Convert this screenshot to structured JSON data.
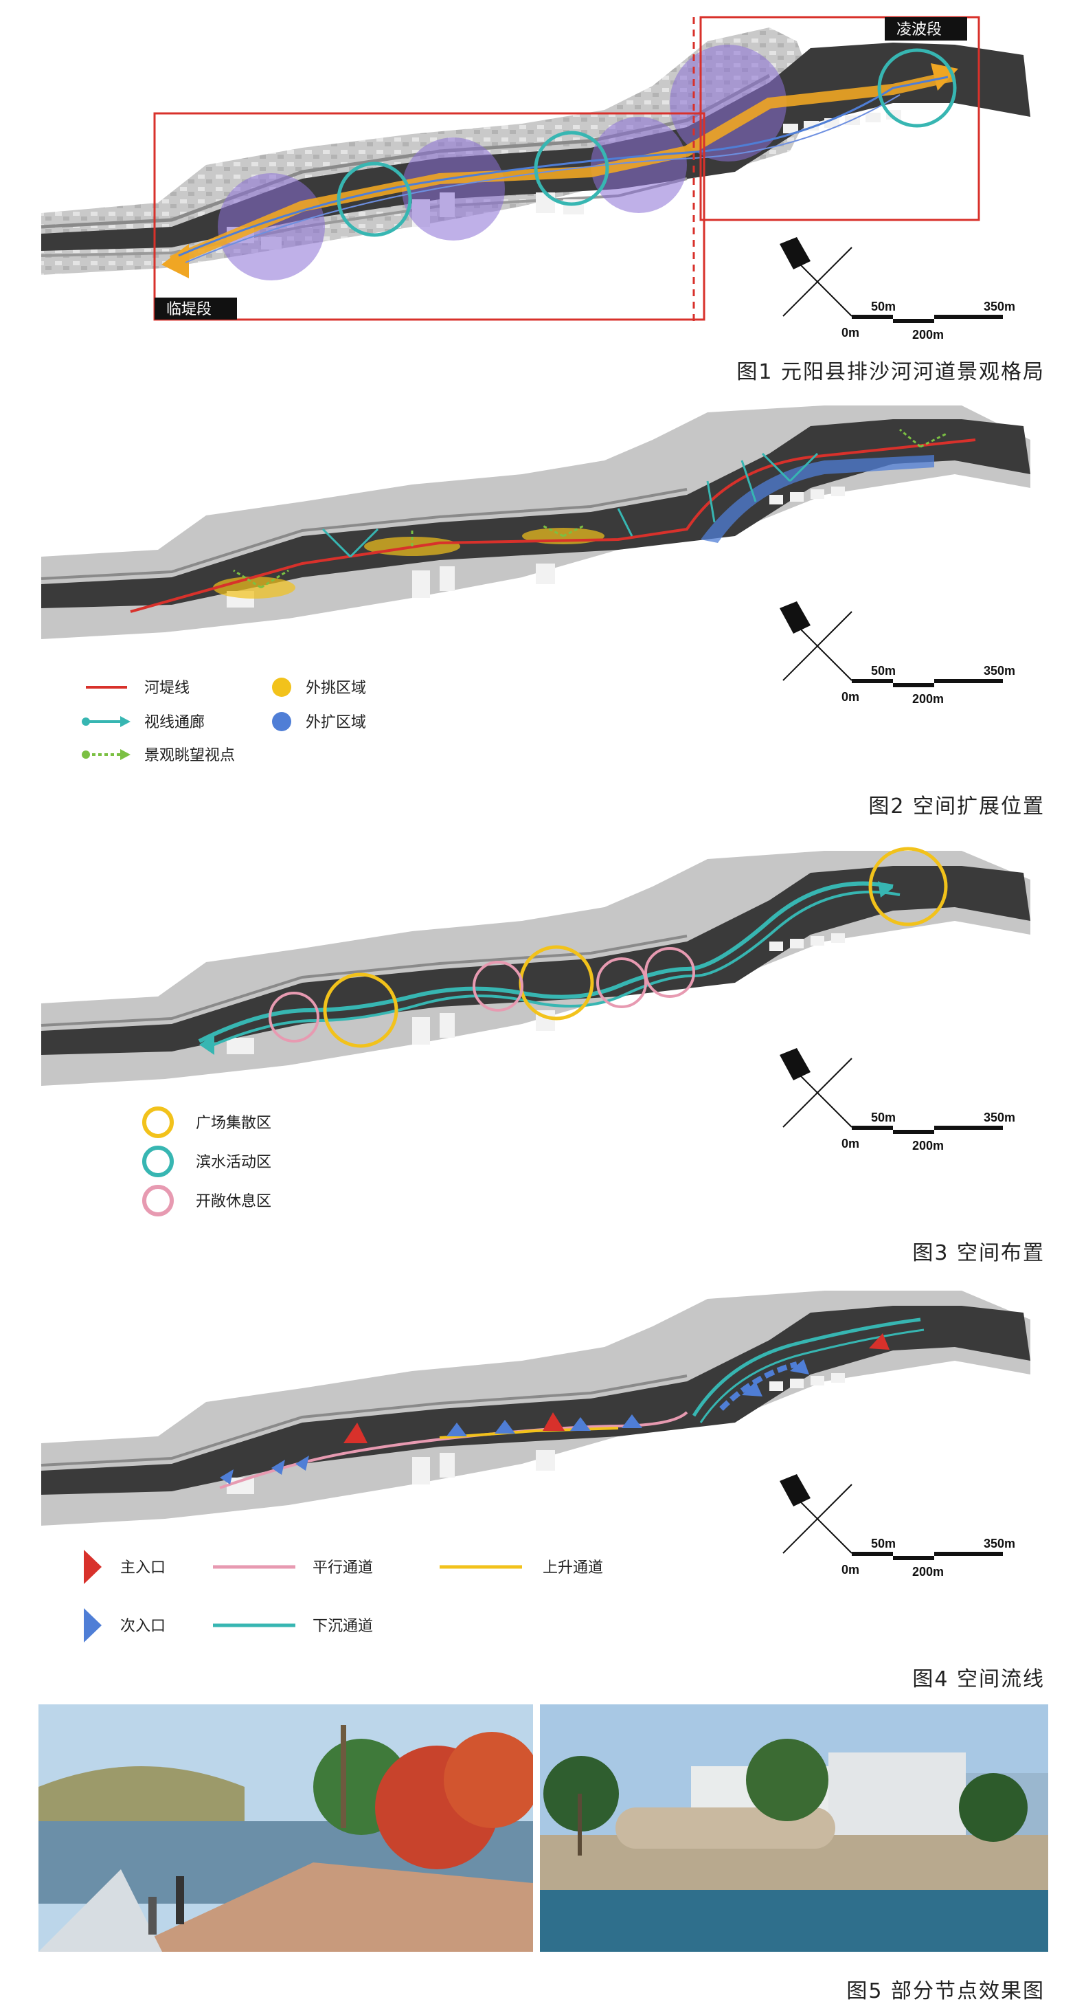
{
  "fig1": {
    "caption": "图1  元阳县排沙河河道景观格局",
    "label_east": "凌波段",
    "label_west": "临堤段",
    "scale": {
      "s0": "0m",
      "s50": "50m",
      "s200": "200m",
      "s350": "350m"
    }
  },
  "fig2": {
    "caption": "图2  空间扩展位置",
    "legend": {
      "levee": "河堤线",
      "sightline": "视线通廊",
      "viewpoint": "景观眺望视点",
      "outward": "外挑区域",
      "expand": "外扩区域"
    },
    "scale": {
      "s0": "0m",
      "s50": "50m",
      "s200": "200m",
      "s350": "350m"
    }
  },
  "fig3": {
    "caption": "图3  空间布置",
    "legend": {
      "plaza": "广场集散区",
      "waterfront": "滨水活动区",
      "rest": "开敞休息区"
    },
    "scale": {
      "s0": "0m",
      "s50": "50m",
      "s200": "200m",
      "s350": "350m"
    }
  },
  "fig4": {
    "caption": "图4  空间流线",
    "legend": {
      "main_entry": "主入口",
      "parallel": "平行通道",
      "ascend": "上升通道",
      "secondary_entry": "次入口",
      "descend": "下沉通道"
    },
    "scale": {
      "s0": "0m",
      "s50": "50m",
      "s200": "200m",
      "s350": "350m"
    }
  },
  "fig5": {
    "caption": "图5  部分节点效果图"
  },
  "colors": {
    "red": "#d8312b",
    "teal": "#37b6b2",
    "yellow": "#f2c21b",
    "pink": "#e79ab1",
    "purple": "#8a6fd6",
    "blue": "#4f7ed6",
    "green": "#7bc043",
    "orange": "#f0a623"
  }
}
